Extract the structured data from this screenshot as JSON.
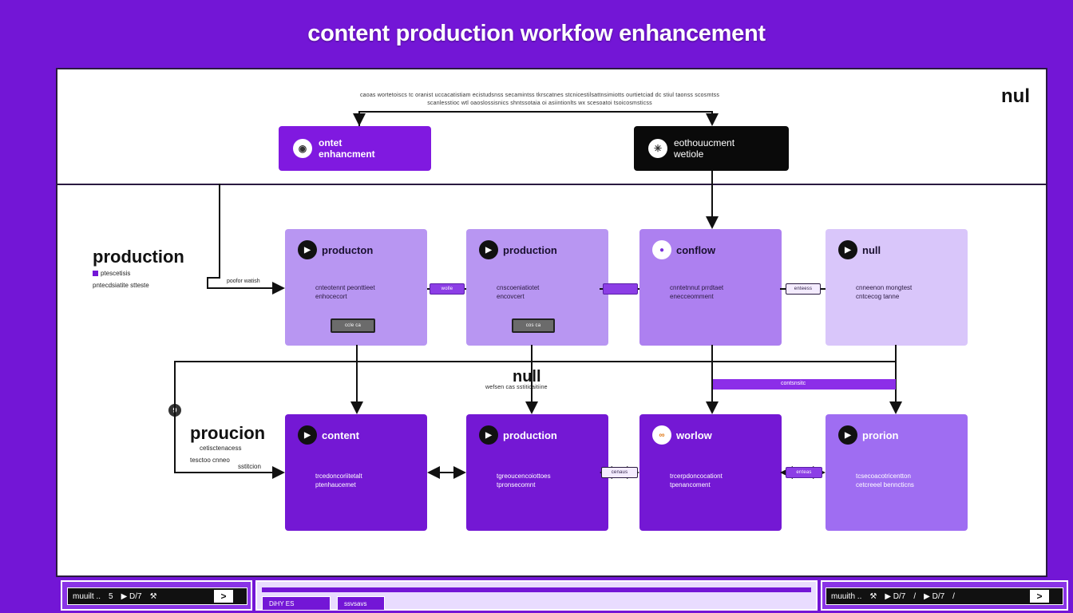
{
  "title": "content production workfow enhancement",
  "corner_label": "nul",
  "top_note": "caoas wortetoiscs tc oranist uccacatistiam ecistudsnss secamintss tkrscatnes stcnicestilsattnsimiotts ourtietciad dc stiul taonss scosmtss scanlesstioc wtl oaoslossisnics shntssotaia oi asiintionlts wx scesoatoi tsoicosmsticss",
  "top_pills": [
    {
      "label_line1": "ontet",
      "label_line2": "enhancment",
      "icon": "camera-icon",
      "color": "#8019e0"
    },
    {
      "label_line1": "eothouucment",
      "label_line2": "wetiole",
      "icon": "gear-icon",
      "color": "#0a0a0a"
    }
  ],
  "left_labels": [
    {
      "big": "production",
      "small": [
        "ptescetisis",
        "pntecdsiatite stteste"
      ],
      "note": "poofor watish"
    },
    {
      "big": "proucion",
      "small": [
        "cetisctenacess",
        "tesctoo cnneo",
        "sstitcion"
      ]
    }
  ],
  "mid_null": {
    "big": "null",
    "small": "wefsen cas sstiticaitiine"
  },
  "dot_label": "9",
  "row1": [
    {
      "title": "producton",
      "desc": [
        "cnteotennt peonttieet",
        "enhocecort"
      ],
      "icon": "play-icon",
      "color": "#b896f2",
      "tag": "ccle ca"
    },
    {
      "title": "production",
      "desc": [
        "cnscoeniatiotet",
        "encovcert"
      ],
      "icon": "play-icon",
      "color": "#b896f2",
      "tag": "cos ca"
    },
    {
      "title": "conflow",
      "desc": [
        "cnntetnnut prrdtaet",
        "enecceomment"
      ],
      "icon": "droplet-icon",
      "color": "#ad80f0",
      "tag": ""
    },
    {
      "title": "null",
      "desc": [
        "cnneenon mongtest",
        "cntcecog tanne"
      ],
      "icon": "play-icon",
      "color": "#d9c6fa",
      "tag": ""
    }
  ],
  "row2": [
    {
      "title": "content",
      "desc": [
        "trcedoncoriitetalt",
        "ptenhaucemet"
      ],
      "icon": "play-icon",
      "color": "#7418d4"
    },
    {
      "title": "production",
      "desc": [
        "tgreoucencoiottoes",
        "tpronsecomnt"
      ],
      "icon": "play-icon",
      "color": "#7418d4"
    },
    {
      "title": "worlow",
      "desc": [
        "trcerpdoncocationt",
        "tpenancoment"
      ],
      "icon": "spiral-icon",
      "color": "#7418d4"
    },
    {
      "title": "prorion",
      "desc": [
        "tcsecoacotricentton",
        "cetcreeel benncticns"
      ],
      "icon": "play-icon",
      "color": "#9f6df2"
    }
  ],
  "connectors": [
    "wolle",
    "",
    "enteess",
    "",
    "cenaus",
    "enteas"
  ],
  "purple_bar_label": "contsnsitc",
  "footer": {
    "left": {
      "items": [
        "muuilt ..",
        "5",
        "▶ D/7",
        "⚒"
      ],
      "button": ">"
    },
    "middle": {
      "tabs": [
        "DiHY ES",
        "ssvsavs"
      ]
    },
    "right": {
      "items": [
        "muuith ..",
        "⚒",
        "▶ D/7",
        "/",
        "▶ D/7",
        "/"
      ],
      "button": ">"
    }
  },
  "colors": {
    "brand": "#7316d6",
    "accent_dark": "#0a0a0a",
    "line": "#111111"
  }
}
